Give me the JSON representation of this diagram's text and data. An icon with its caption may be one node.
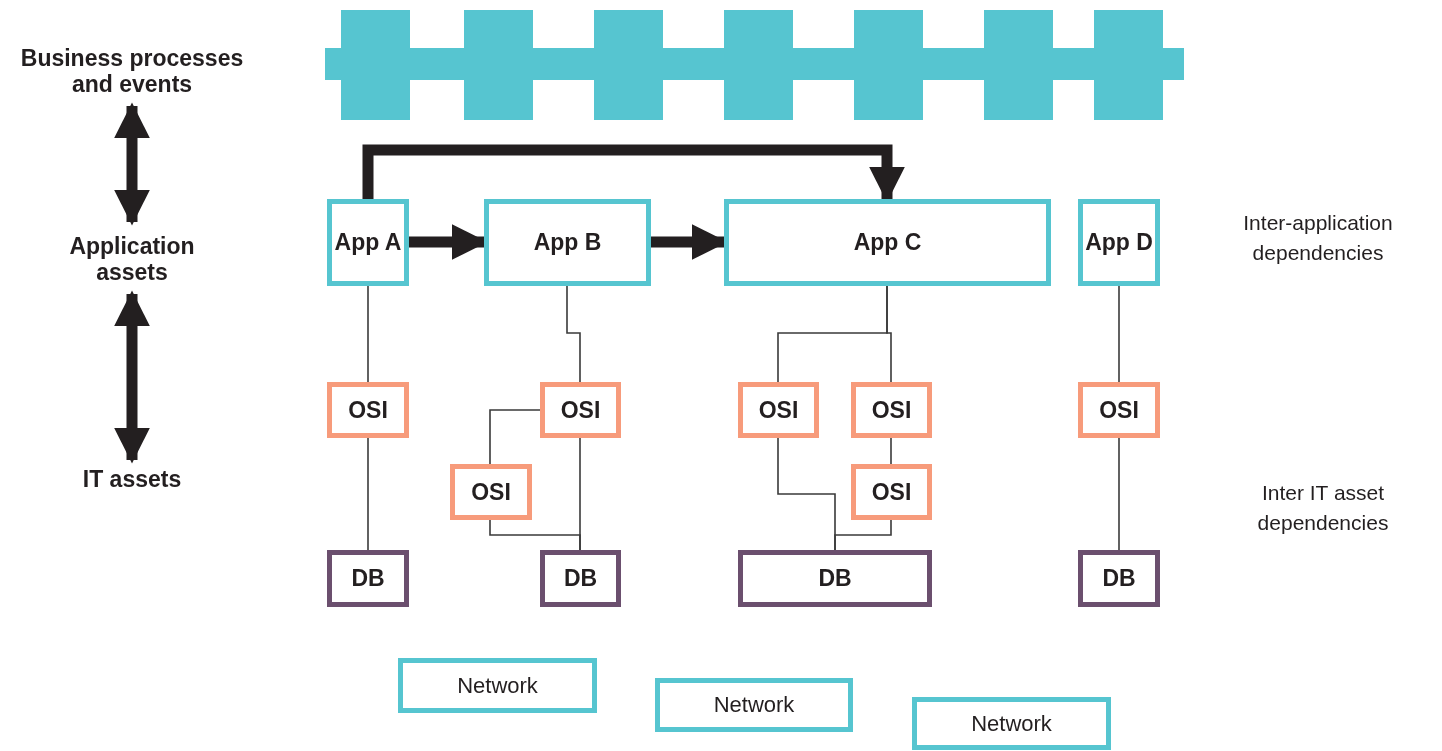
{
  "diagram": {
    "nodes": [
      {
        "text": [
          "Business processes and events"
        ]
      },
      {
        "text": [
          "Application assets"
        ]
      },
      {
        "text": [
          "IT assets"
        ]
      },
      {
        "text": [
          "App A"
        ]
      },
      {
        "text": [
          "App B"
        ]
      },
      {
        "text": [
          "App C"
        ]
      },
      {
        "text": [
          "App D"
        ]
      },
      {
        "text": [
          "OSI"
        ]
      },
      {
        "text": [
          "OSI"
        ]
      },
      {
        "text": [
          "OSI"
        ]
      },
      {
        "text": [
          "OSI"
        ]
      },
      {
        "text": [
          "OSI"
        ]
      },
      {
        "text": [
          "OSI"
        ]
      },
      {
        "text": [
          "OSI"
        ]
      },
      {
        "text": [
          "DB"
        ]
      },
      {
        "text": [
          "DB"
        ]
      },
      {
        "text": [
          "DB"
        ]
      },
      {
        "text": [
          "DB"
        ]
      },
      {
        "text": [
          "Network"
        ]
      },
      {
        "text": [
          "Network"
        ]
      },
      {
        "text": [
          "Network"
        ]
      }
    ],
    "edges": [
      {
        "from": 0,
        "to": 1,
        "arrow": "both",
        "style": "thick"
      },
      {
        "from": 1,
        "to": 2,
        "arrow": "both",
        "style": "thick"
      },
      {
        "from": 3,
        "to": 4,
        "arrow": "to",
        "style": "thick"
      },
      {
        "from": 4,
        "to": 5,
        "arrow": "to",
        "style": "thick"
      },
      {
        "from": 3,
        "to": 5,
        "arrow": "to",
        "style": "thick"
      },
      {
        "from": 3,
        "to": 7,
        "arrow": "none"
      },
      {
        "from": 7,
        "to": 14,
        "arrow": "none"
      },
      {
        "from": 4,
        "to": 8,
        "arrow": "none"
      },
      {
        "from": 8,
        "to": 9,
        "arrow": "none"
      },
      {
        "from": 8,
        "to": 15,
        "arrow": "none"
      },
      {
        "from": 9,
        "to": 15,
        "arrow": "none"
      },
      {
        "from": 5,
        "to": 10,
        "arrow": "none"
      },
      {
        "from": 5,
        "to": 11,
        "arrow": "none"
      },
      {
        "from": 11,
        "to": 12,
        "arrow": "none"
      },
      {
        "from": 10,
        "to": 16,
        "arrow": "none"
      },
      {
        "from": 12,
        "to": 16,
        "arrow": "none"
      },
      {
        "from": 6,
        "to": 13,
        "arrow": "none"
      },
      {
        "from": 13,
        "to": 17,
        "arrow": "none"
      }
    ],
    "labels": [
      "Inter-application dependencies",
      "Inter IT asset dependencies"
    ]
  }
}
